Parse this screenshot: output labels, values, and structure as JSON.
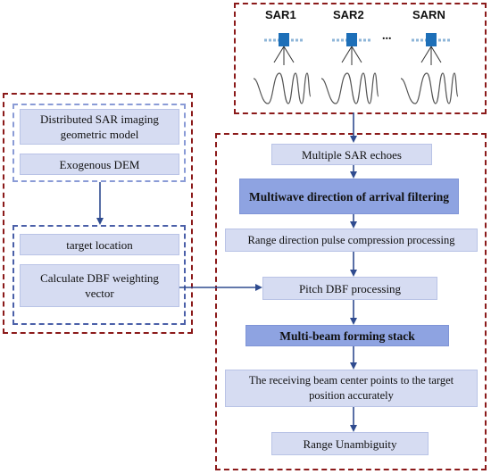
{
  "satellites": [
    {
      "label": "SAR1"
    },
    {
      "label": "SAR2"
    },
    {
      "label": "SARN"
    }
  ],
  "satellite_ellipsis": "...",
  "left_panel": {
    "model_box": "Distributed SAR imaging geometric model",
    "dem_box": "Exogenous DEM",
    "target_box": "target location",
    "dbf_vector_box": "Calculate DBF weighting vector"
  },
  "pipeline": {
    "echoes": "Multiple SAR echoes",
    "doa_filter": "Multiwave direction of arrival filtering",
    "range_compression": "Range direction pulse compression processing",
    "pitch_dbf": "Pitch DBF processing",
    "beam_stack": "Multi-beam forming stack",
    "beam_center": "The receiving beam center points to the target position accurately",
    "unambiguity": "Range Unambiguity"
  },
  "colors": {
    "frame_red": "#8b1a1a",
    "frame_blue": "#4a5fa8",
    "box_light": "#d6dcf2",
    "box_dark": "#8ea3e1",
    "arrow": "#2f4b8f",
    "satellite_body": "#1d6fb8"
  }
}
